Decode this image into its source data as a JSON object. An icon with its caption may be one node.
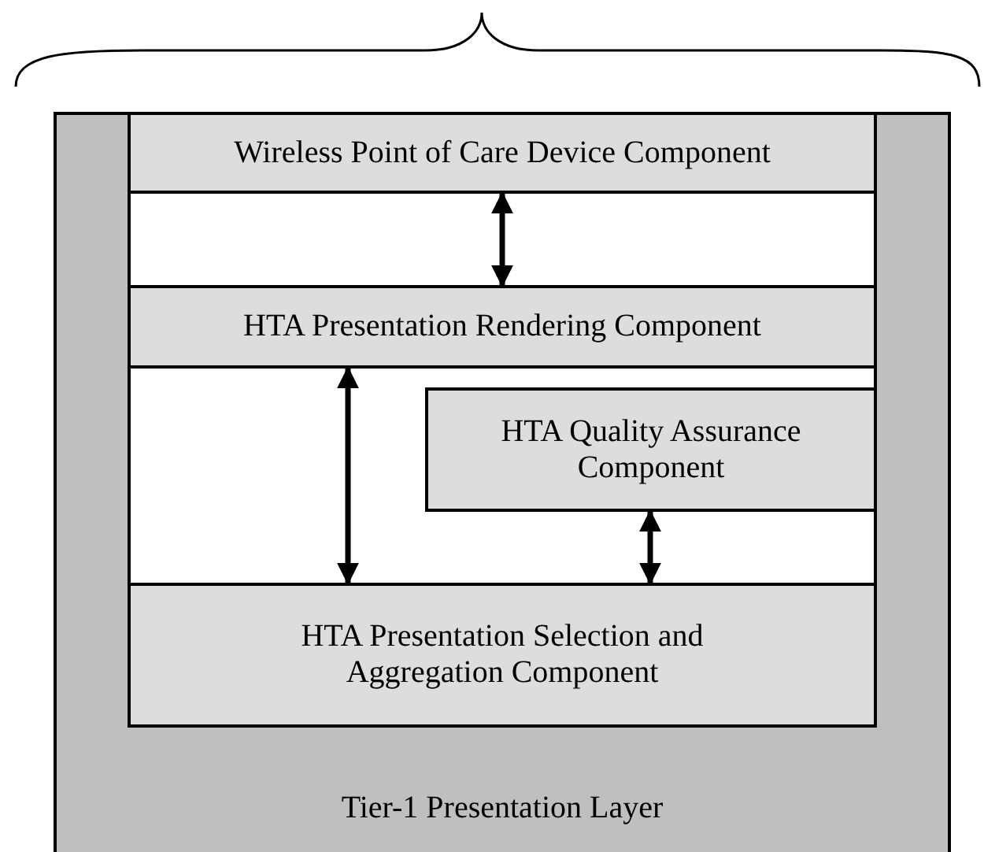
{
  "diagram": {
    "nodes": [
      {
        "text": [
          "Tier-1 Presentation Layer"
        ]
      },
      {
        "text": [],
        "shape": "box",
        "in": 0
      },
      {
        "text": [
          "Wireless Point of Care Device Component"
        ],
        "in": 1
      },
      {
        "text": [
          "HTA Presentation Rendering Component"
        ],
        "in": 1
      },
      {
        "text": [
          "HTA Quality Assurance Component"
        ],
        "in": 1
      },
      {
        "text": [
          "HTA Presentation Selection and Aggregation Component"
        ],
        "in": 1
      }
    ],
    "edges": [
      {
        "from": 2,
        "to": 3,
        "arrow": "both"
      },
      {
        "from": 3,
        "to": 5,
        "arrow": "both"
      },
      {
        "from": 4,
        "to": 5,
        "arrow": "both"
      }
    ]
  }
}
